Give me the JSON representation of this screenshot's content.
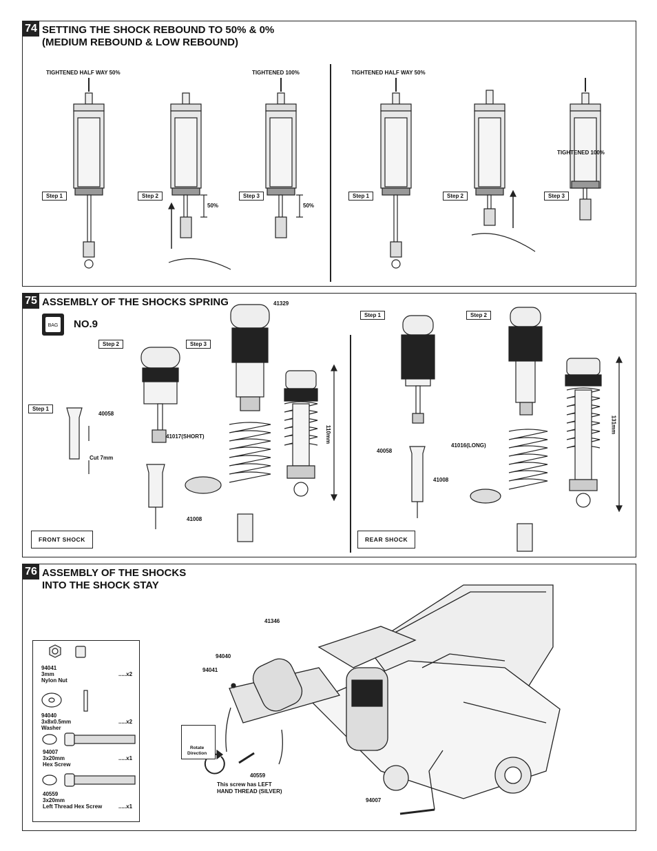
{
  "s74": {
    "number": "74",
    "title_line1": "SETTING THE SHOCK REBOUND TO 50% & 0%",
    "title_line2": "(MEDIUM REBOUND & LOW REBOUND)",
    "label_half_left": "TIGHTENED HALF WAY 50%",
    "label_full_left": "TIGHTENED 100%",
    "label_half_right": "TIGHTENED HALF WAY 50%",
    "label_full_right": "TIGHTENED 100%",
    "step1": "Step 1",
    "step2": "Step 2",
    "step3": "Step 3",
    "pct_a": "50%",
    "pct_b": "50%"
  },
  "s75": {
    "number": "75",
    "title": "ASSEMBLY OF THE SHOCKS SPRING",
    "bag_label": "BAG",
    "bag_number": "NO.9",
    "step1": "Step 1",
    "step2": "Step 2",
    "step3": "Step 3",
    "part_40058": "40058",
    "cut": "Cut 7mm",
    "part_41329": "41329",
    "part_41017": "41017(SHORT)",
    "part_41008": "41008",
    "dim_110": "110mm",
    "front_shock": "FRONT SHOCK",
    "rear_step1": "Step 1",
    "rear_step2": "Step 2",
    "rear_40058": "40058",
    "rear_41016": "41016(LONG)",
    "rear_41008": "41008",
    "dim_131": "131mm",
    "rear_shock": "REAR SHOCK"
  },
  "s76": {
    "number": "76",
    "title_line1": "ASSEMBLY OF THE SHOCKS",
    "title_line2": "INTO THE SHOCK STAY",
    "callouts": {
      "p41346": "41346",
      "p94040": "94040",
      "p94041": "94041",
      "p40559": "40559",
      "p94007": "94007",
      "note": "This screw has LEFT",
      "note2": "HAND THREAD (SILVER)",
      "rotate1": "Rotate",
      "rotate2": "Direction"
    },
    "parts_list": [
      {
        "code": "94041",
        "desc1": "3mm",
        "desc2": "Nylon Nut",
        "qty": ".....x2"
      },
      {
        "code": "94040",
        "desc1": "3x8x0.5mm",
        "desc2": "Washer",
        "qty": ".....x2"
      },
      {
        "code": "94007",
        "desc1": "3x20mm",
        "desc2": "Hex Screw",
        "qty": ".....x1"
      },
      {
        "code": "40559",
        "desc1": "3x20mm",
        "desc2": "Left Thread Hex Screw",
        "qty": ".....x1"
      }
    ]
  }
}
